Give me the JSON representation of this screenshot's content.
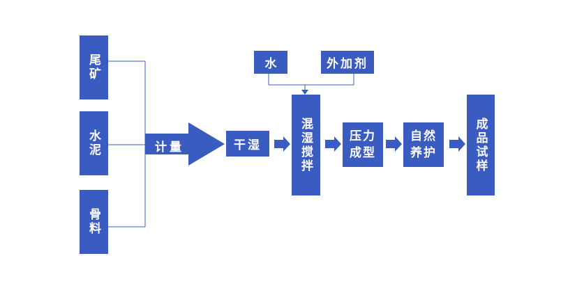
{
  "diagram": {
    "inputs": [
      "尾矿",
      "水泥",
      "骨料"
    ],
    "metering": "计量",
    "dry_wet": "干湿",
    "water": "水",
    "admixture": "外加剂",
    "mixing": "混湿搅拌",
    "pressing": [
      "压力",
      "成型"
    ],
    "curing": [
      "自然",
      "养护"
    ],
    "product": "成品试样",
    "colors": {
      "box": "#3a5bbf",
      "line": "#3a5bbf",
      "text": "#ffffff"
    }
  }
}
